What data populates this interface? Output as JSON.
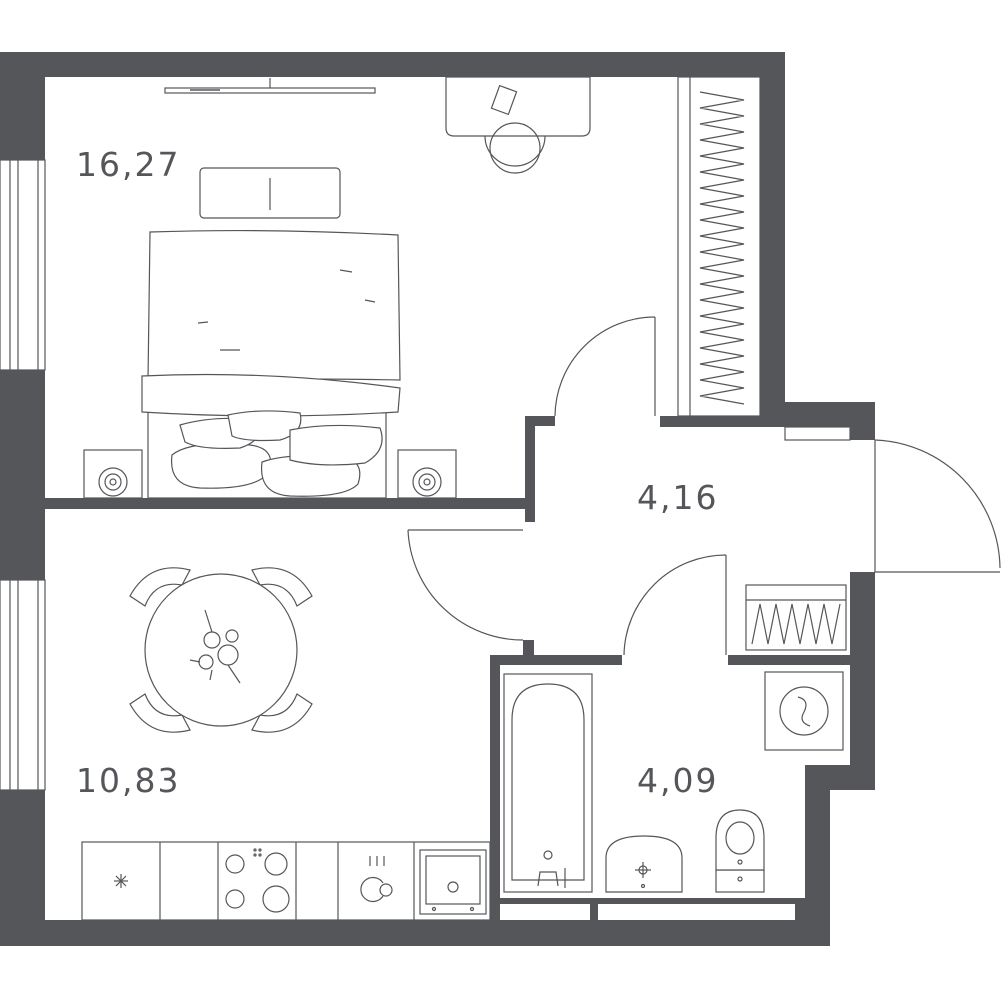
{
  "plan": {
    "wall_color": "#54565a",
    "rooms": [
      {
        "id": "bedroom",
        "area": "16,27"
      },
      {
        "id": "hallway",
        "area": "4,16"
      },
      {
        "id": "kitchen",
        "area": "10,83"
      },
      {
        "id": "bathroom",
        "area": "4,09"
      }
    ],
    "icons": [
      "tv-icon",
      "desk-icon",
      "chair-icon",
      "bed-icon",
      "wardrobe-icon",
      "nightstand-icon",
      "dining-table-icon",
      "cooktop-icon",
      "sink-icon",
      "oven-icon",
      "bathtub-icon",
      "washbasin-icon",
      "toilet-icon",
      "washing-machine-icon",
      "door-icon",
      "window-icon"
    ]
  }
}
